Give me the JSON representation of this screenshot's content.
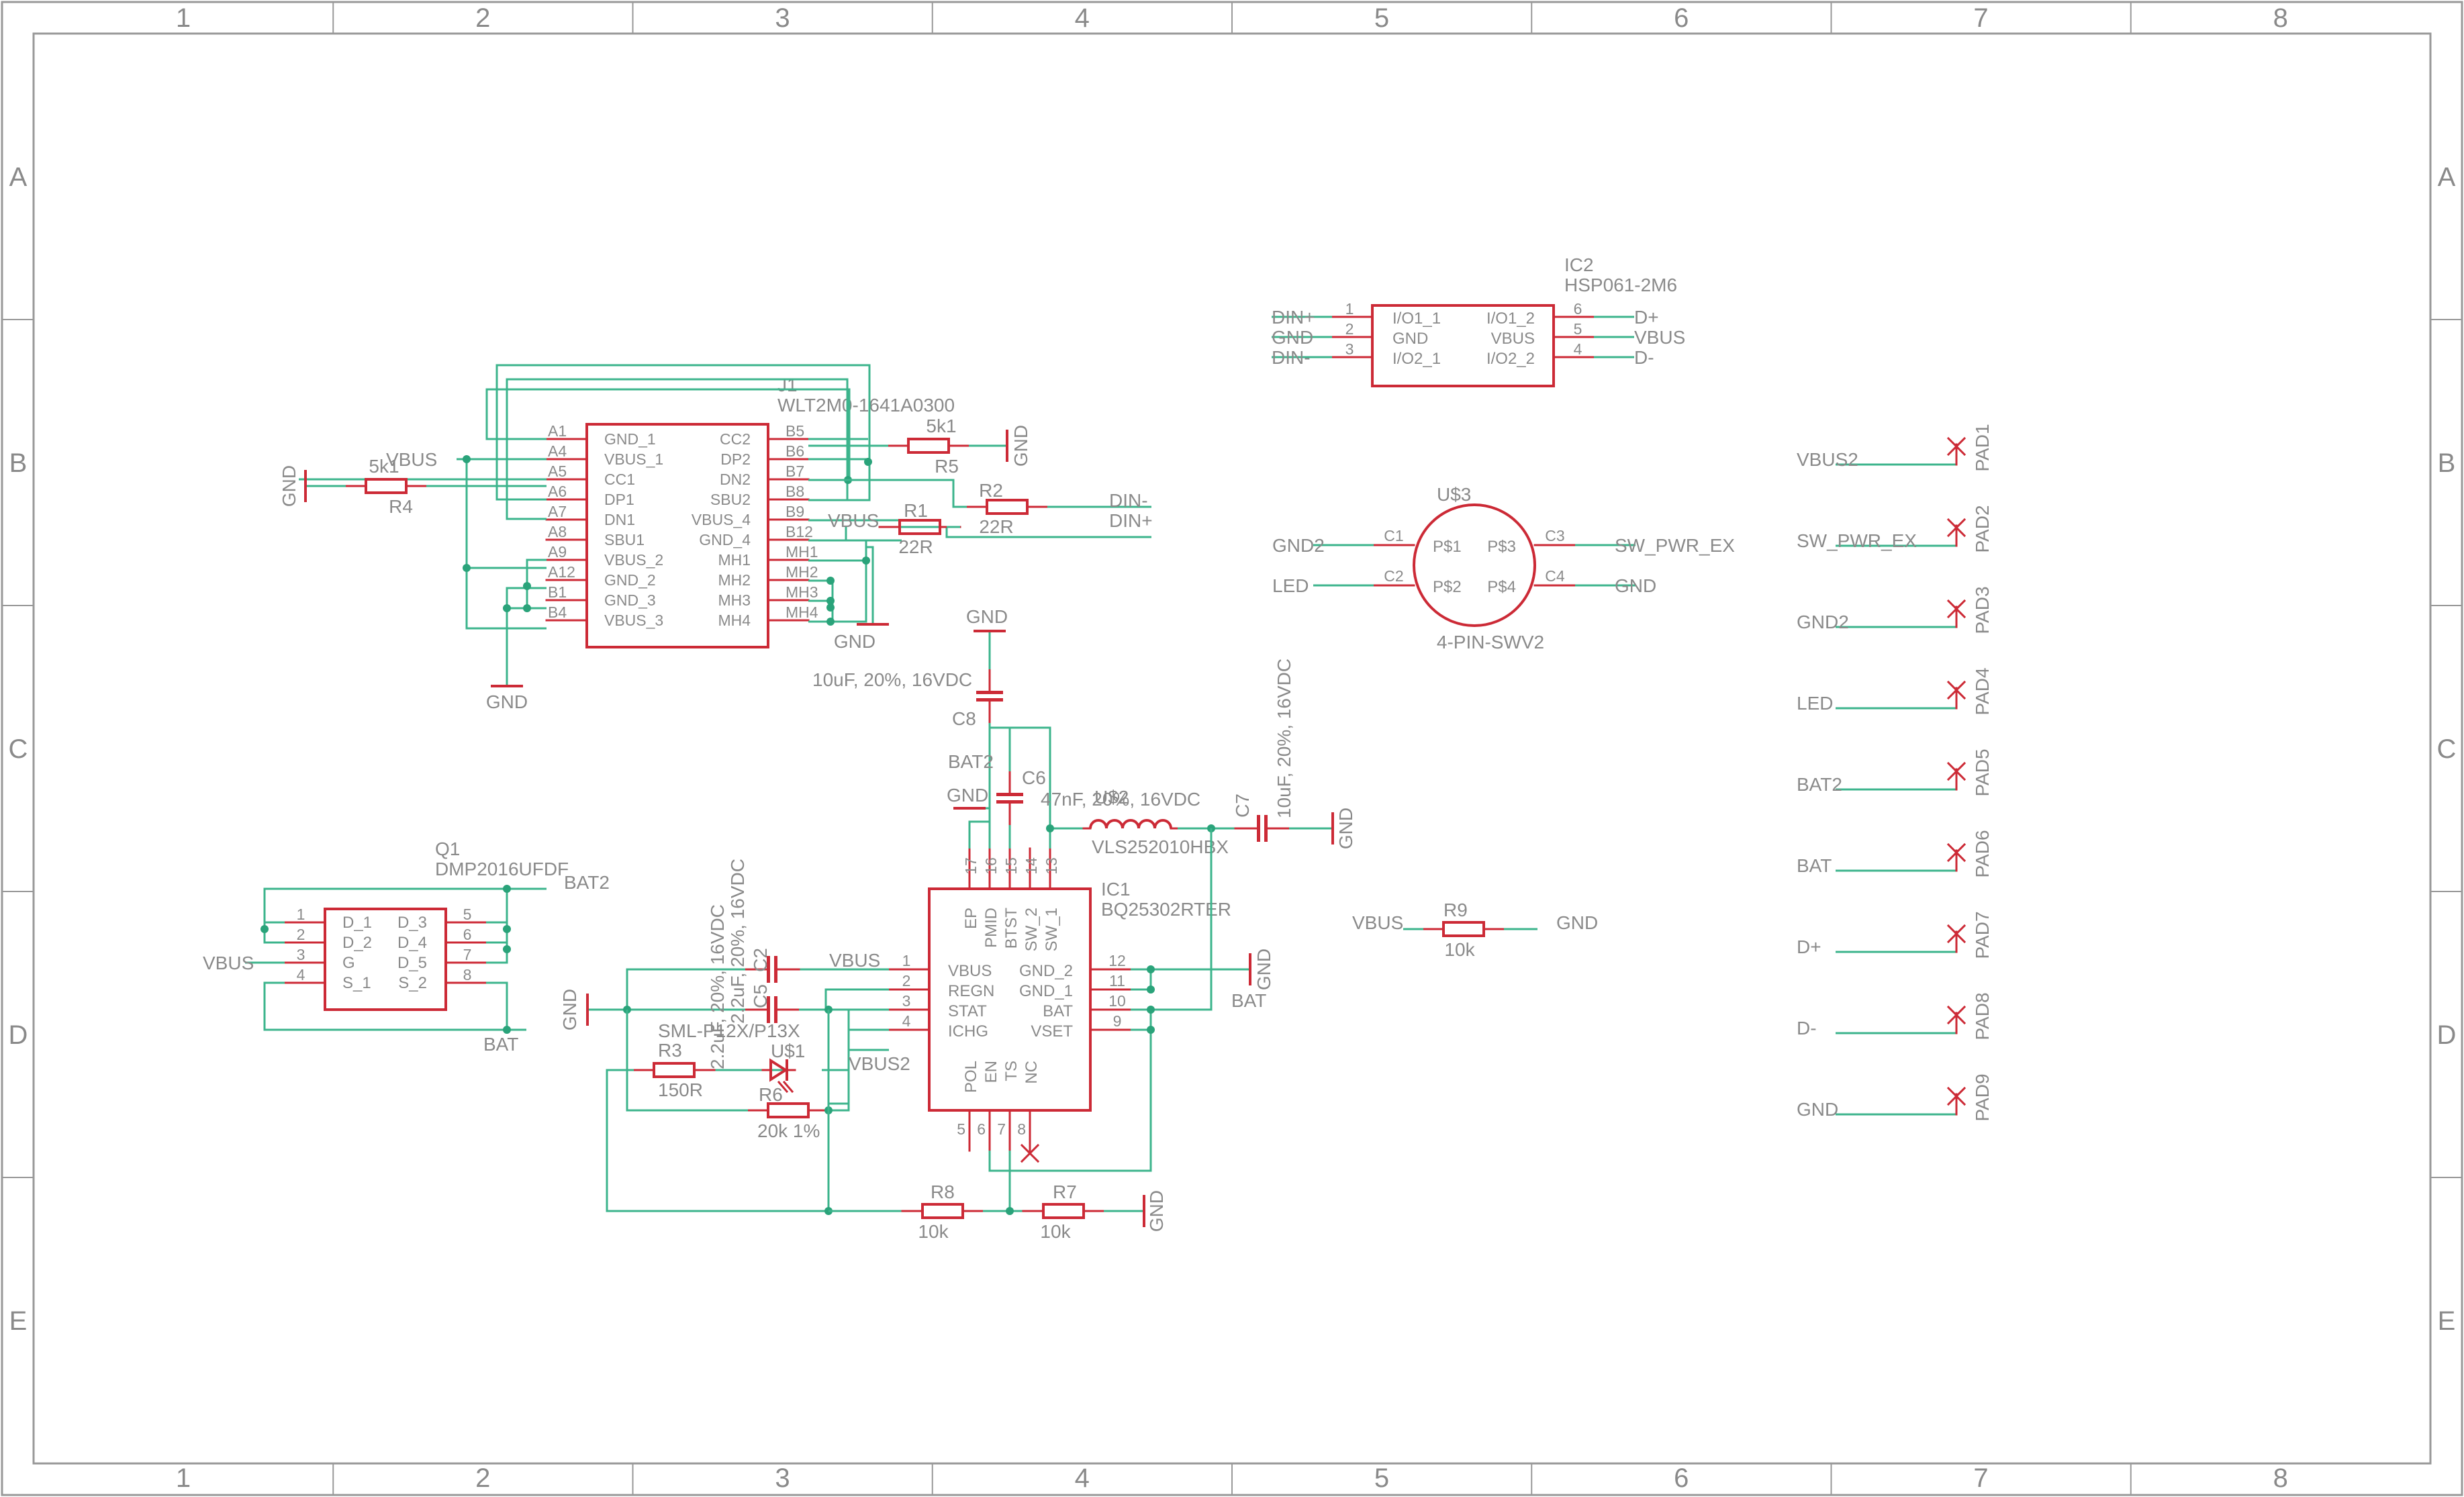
{
  "colors": {
    "frame": "#999999",
    "symbol": "#cc2a36",
    "wire": "#3cb48c",
    "junction": "#2aa37a",
    "label": "#8a8a8a"
  },
  "frame": {
    "columns": [
      "1",
      "2",
      "3",
      "4",
      "5",
      "6",
      "7",
      "8"
    ],
    "rows": [
      "A",
      "B",
      "C",
      "D",
      "E"
    ]
  },
  "J1": {
    "ref": "J1",
    "value": "WLT2M0-1641A0300",
    "left_pins": [
      [
        "A1",
        "GND_1"
      ],
      [
        "A4",
        "VBUS_1"
      ],
      [
        "A5",
        "CC1"
      ],
      [
        "A6",
        "DP1"
      ],
      [
        "A7",
        "DN1"
      ],
      [
        "A8",
        "SBU1"
      ],
      [
        "A9",
        "VBUS_2"
      ],
      [
        "A12",
        "GND_2"
      ],
      [
        "B1",
        "GND_3"
      ],
      [
        "B4",
        "VBUS_3"
      ]
    ],
    "right_pins": [
      [
        "B5",
        "CC2"
      ],
      [
        "B6",
        "DP2"
      ],
      [
        "B7",
        "DN2"
      ],
      [
        "B8",
        "SBU2"
      ],
      [
        "B9",
        "VBUS_4"
      ],
      [
        "B12",
        "GND_4"
      ],
      [
        "MH1",
        "MH1"
      ],
      [
        "MH2",
        "MH2"
      ],
      [
        "MH3",
        "MH3"
      ],
      [
        "MH4",
        "MH4"
      ]
    ]
  },
  "IC2": {
    "ref": "IC2",
    "value": "HSP061-2M6",
    "left_pins": [
      [
        "1",
        "I/O1_1",
        "DIN+"
      ],
      [
        "2",
        "GND",
        "GND"
      ],
      [
        "3",
        "I/O2_1",
        "DIN-"
      ]
    ],
    "right_pins": [
      [
        "6",
        "I/O1_2",
        "D+"
      ],
      [
        "5",
        "VBUS",
        "VBUS"
      ],
      [
        "4",
        "I/O2_2",
        "D-"
      ]
    ]
  },
  "U3": {
    "ref": "U$3",
    "value": "4-PIN-SWV2",
    "pins": [
      [
        "C1",
        "P$1",
        "GND2"
      ],
      [
        "C2",
        "P$2",
        "LED"
      ],
      [
        "C3",
        "P$3",
        "SW_PWR_EX"
      ],
      [
        "C4",
        "P$4",
        "GND"
      ]
    ]
  },
  "Q1": {
    "ref": "Q1",
    "value": "DMP2016UFDF",
    "left_pins": [
      [
        "1",
        "D_1"
      ],
      [
        "2",
        "D_2"
      ],
      [
        "3",
        "G"
      ],
      [
        "4",
        "S_1"
      ]
    ],
    "right_pins": [
      [
        "5",
        "D_3"
      ],
      [
        "6",
        "D_4"
      ],
      [
        "7",
        "D_5"
      ],
      [
        "8",
        "S_2"
      ]
    ],
    "nets": [
      "BAT2",
      "VBUS",
      "BAT"
    ]
  },
  "IC1": {
    "ref": "IC1",
    "value": "BQ25302RTER",
    "left_pins": [
      [
        "1",
        "VBUS"
      ],
      [
        "2",
        "REGN"
      ],
      [
        "3",
        "STAT"
      ],
      [
        "4",
        "ICHG"
      ]
    ],
    "right_pins": [
      [
        "12",
        "GND_2"
      ],
      [
        "11",
        "GND_1"
      ],
      [
        "10",
        "BAT"
      ],
      [
        "9",
        "VSET"
      ]
    ],
    "top_pins": [
      [
        "17",
        "EP"
      ],
      [
        "16",
        "PMID"
      ],
      [
        "15",
        "BTST"
      ],
      [
        "14",
        "SW_2"
      ],
      [
        "13",
        "SW_1"
      ]
    ],
    "bottom_pins": [
      [
        "5",
        "POL"
      ],
      [
        "6",
        "EN"
      ],
      [
        "7",
        "TS"
      ],
      [
        "8",
        "NC"
      ]
    ]
  },
  "U2": {
    "ref": "U$2",
    "value": "VLS252010HBX"
  },
  "pads": [
    [
      "VBUS2",
      "PAD1"
    ],
    [
      "SW_PWR_EX",
      "PAD2"
    ],
    [
      "GND2",
      "PAD3"
    ],
    [
      "LED",
      "PAD4"
    ],
    [
      "BAT2",
      "PAD5"
    ],
    [
      "BAT",
      "PAD6"
    ],
    [
      "D+",
      "PAD7"
    ],
    [
      "D-",
      "PAD8"
    ],
    [
      "GND",
      "PAD9"
    ]
  ],
  "resistors": {
    "R1": {
      "ref": "R1",
      "value": "22R"
    },
    "R2": {
      "ref": "R2",
      "value": "22R"
    },
    "R3": {
      "ref": "R3",
      "value": "150R"
    },
    "R4": {
      "ref": "R4",
      "value": "5k1"
    },
    "R5": {
      "ref": "R5",
      "value": "5k1"
    },
    "R6": {
      "ref": "R6",
      "value": "20k 1%"
    },
    "R7": {
      "ref": "R7",
      "value": "10k"
    },
    "R8": {
      "ref": "R8",
      "value": "10k"
    },
    "R9": {
      "ref": "R9",
      "value": "10k"
    }
  },
  "capacitors": {
    "C2": {
      "ref": "C2",
      "value": "2.2uF, 20%, 16VDC"
    },
    "C5": {
      "ref": "C5",
      "value": "2.2uF, 20%, 16VDC"
    },
    "C6": {
      "ref": "C6",
      "value": "47nF, 20%, 16VDC"
    },
    "C7": {
      "ref": "C7",
      "value": "10uF, 20%, 16VDC"
    },
    "C8": {
      "ref": "C8",
      "value": "10uF, 20%, 16VDC"
    }
  },
  "led": {
    "ref": "U$1",
    "value": "SML-P12X/P13X"
  },
  "nets": {
    "gnd": "GND",
    "vbus": "VBUS",
    "din_p": "DIN+",
    "din_m": "DIN-",
    "bat": "BAT",
    "bat2": "BAT2",
    "vbus2": "VBUS2",
    "dp": "D+",
    "dm": "D-",
    "gnd2": "GND2",
    "led": "LED",
    "sw": "SW_PWR_EX"
  }
}
